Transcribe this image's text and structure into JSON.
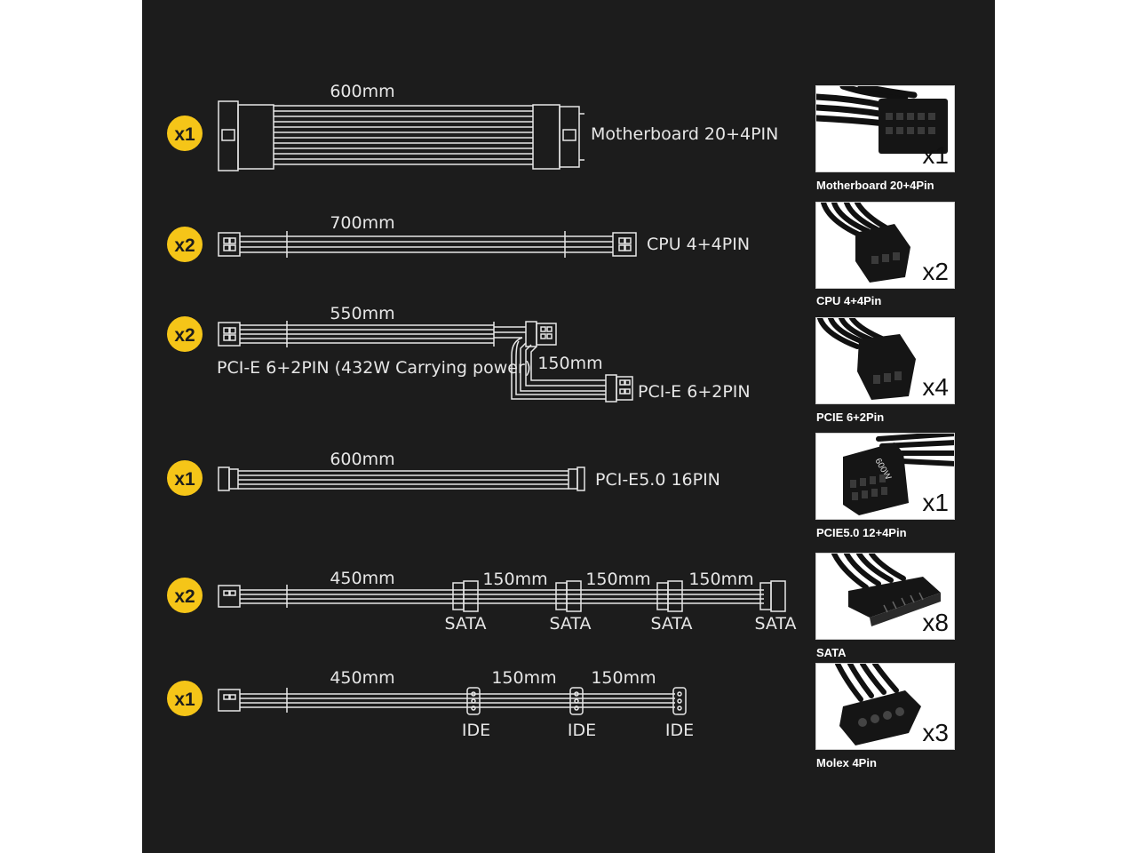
{
  "colors": {
    "background": "#1c1c1c",
    "badge": "#f5c518",
    "cable": "#e6e6e6",
    "card": "#ffffff"
  },
  "cables": [
    {
      "quantity": "x1",
      "length": "600mm",
      "name": "Motherboard 20+4PIN"
    },
    {
      "quantity": "x2",
      "length": "700mm",
      "name": "CPU 4+4PIN"
    },
    {
      "quantity": "x2",
      "length": "550mm",
      "name": "PCI-E 6+2PIN (432W Carrying power)",
      "branch_length": "150mm",
      "branch_name": "PCI-E 6+2PIN"
    },
    {
      "quantity": "x1",
      "length": "600mm",
      "name": "PCI-E5.0 16PIN"
    },
    {
      "quantity": "x2",
      "length": "450mm",
      "segments": [
        "150mm",
        "150mm",
        "150mm"
      ],
      "connector": "SATA",
      "connector_count": 4
    },
    {
      "quantity": "x1",
      "length": "450mm",
      "segments": [
        "150mm",
        "150mm"
      ],
      "connector": "IDE",
      "connector_count": 3
    }
  ],
  "thumbnails": [
    {
      "count": "x1",
      "caption": "Motherboard 20+4Pin",
      "icon": "motherboard-connector-icon"
    },
    {
      "count": "x2",
      "caption": "CPU 4+4Pin",
      "icon": "cpu-connector-icon"
    },
    {
      "count": "x4",
      "caption": "PCIE 6+2Pin",
      "icon": "pcie-connector-icon"
    },
    {
      "count": "x1",
      "caption": "PCIE5.0 12+4Pin",
      "icon": "pcie5-connector-icon",
      "stamp": "600W"
    },
    {
      "count": "x8",
      "caption": "SATA",
      "icon": "sata-connector-icon"
    },
    {
      "count": "x3",
      "caption": "Molex 4Pin",
      "icon": "molex-connector-icon"
    }
  ]
}
